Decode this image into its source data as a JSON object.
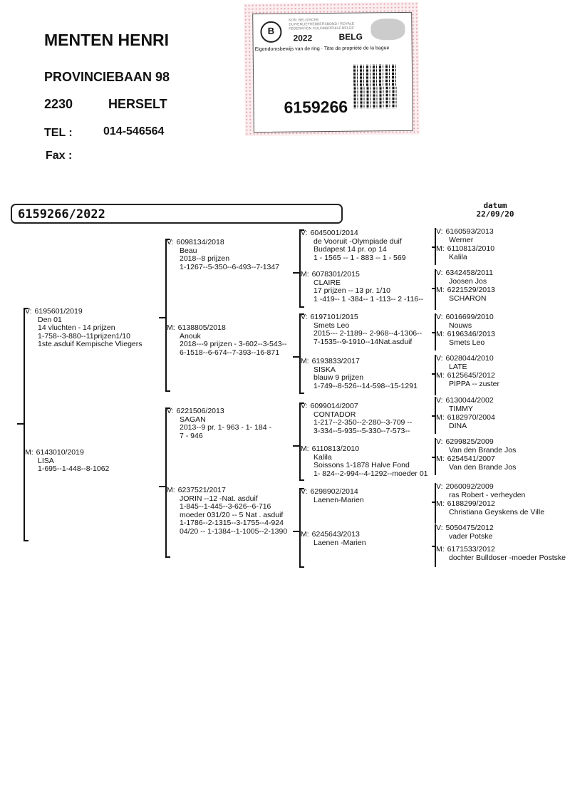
{
  "owner": {
    "name": "MENTEN HENRI",
    "street": "PROVINCIEBAAN 98",
    "postcode": "2230",
    "city": "HERSELT",
    "tel_label": "TEL :",
    "tel": "014-546564",
    "fax_label": "Fax :"
  },
  "ring_card": {
    "org": "KON. BELGISCHE DUIVENLIEFHEBBERSBOND / ROYALE FEDERATION COLOMBOPHILE BELGE",
    "logo": "B",
    "year": "2022",
    "country": "BELG",
    "ownership": "Eigendomsbewijs van de ring · Titre de propriété de la bague",
    "ring_number": "6159266"
  },
  "pigeon_id": "6159266/2022",
  "date_label": "datum",
  "date": "22/09/20",
  "pedigree": {
    "g1": [
      {
        "p": "V:",
        "lines": [
          "6195601/2019",
          "Den 01",
          "14 vluchten - 14  prijzen",
          "1-758--3-880--11prijzen1/10",
          "1ste.asduif Kempische Vliegers"
        ]
      },
      {
        "p": "M:",
        "lines": [
          "6143010/2019",
          "LISA",
          "1-695--1-448--8-1062"
        ]
      }
    ],
    "g2a": [
      {
        "p": "V:",
        "lines": [
          "6098134/2018",
          "Beau",
          "2018--8 prijzen",
          "1-1267--5-350--6-493--7-1347"
        ]
      },
      {
        "p": "M:",
        "lines": [
          "6138805/2018",
          "Anouk",
          "2018---9 prijzen - 3-602--3-543--",
          "6-1518--6-674--7-393--16-871"
        ]
      }
    ],
    "g2b": [
      {
        "p": "V:",
        "lines": [
          "6221506/2013",
          "SAGAN",
          "2013--9 pr. 1- 963 - 1- 184 -",
          "7 - 946"
        ]
      },
      {
        "p": "M:",
        "lines": [
          "6237521/2017",
          "JORIN   --12 -Nat. asduif",
          "1-845--1-445--3-626--6-716",
          "moeder  031/20 -- 5 Nat . asduif",
          "1-1786--2-1315--3-1755--4-924",
          "04/20 -- 1-1384--1-1005--2-1390"
        ]
      }
    ],
    "g3a": [
      {
        "p": "V:",
        "lines": [
          "6045001/2014",
          "de Vooruit -Olympiade duif",
          "Budapest 14 pr. op 14",
          "1 - 1565 -- 1 - 883 -- 1 - 569"
        ]
      },
      {
        "p": "M:",
        "lines": [
          "6078301/2015",
          "CLAIRE",
          "17 prijzen -- 13 pr. 1/10",
          "1 -419-- 1 -384-- 1 -113-- 2 -116--"
        ]
      }
    ],
    "g3b": [
      {
        "p": "V:",
        "lines": [
          "6197101/2015",
          "Smets Leo",
          "2015--- 2-1189-- 2-968--4-1306--",
          "7-1535--9-1910--14Nat.asduif"
        ]
      },
      {
        "p": "M:",
        "lines": [
          "6193833/2017",
          "SISKA",
          "blauw 9 prijzen",
          "1-749--8-526--14-598--15-1291"
        ]
      }
    ],
    "g3c": [
      {
        "p": "V:",
        "lines": [
          "6099014/2007",
          "CONTADOR",
          "1-217--2-350--2-280--3-709 --",
          "3-334--5-935--5-330--7-573--"
        ]
      },
      {
        "p": "M:",
        "lines": [
          "6110813/2010",
          "Kalila",
          "Soissons  1-1878 Halve Fond",
          "1- 824--2-994--4-1292--moeder 01"
        ]
      }
    ],
    "g3d": [
      {
        "p": "V:",
        "lines": [
          "6298902/2014",
          "Laenen-Marien"
        ]
      },
      {
        "p": "M:",
        "lines": [
          "6245643/2013",
          "Laenen -Marien"
        ]
      }
    ],
    "g4a": [
      {
        "p": "V:",
        "lines": [
          "6160593/2013",
          "Werner"
        ]
      },
      {
        "p": "M:",
        "lines": [
          "6110813/2010",
          "Kalila"
        ]
      }
    ],
    "g4b": [
      {
        "p": "V:",
        "lines": [
          "6342458/2011",
          "Joosen  Jos"
        ]
      },
      {
        "p": "M:",
        "lines": [
          "6221529/2013",
          "SCHARON"
        ]
      }
    ],
    "g4c": [
      {
        "p": "V:",
        "lines": [
          "6016699/2010",
          "Nouws"
        ]
      },
      {
        "p": "M:",
        "lines": [
          "6196346/2013",
          "Smets Leo"
        ]
      }
    ],
    "g4d": [
      {
        "p": "V:",
        "lines": [
          "6028044/2010",
          "LATE"
        ]
      },
      {
        "p": "M:",
        "lines": [
          "6125645/2012",
          "PIPPA   -- zuster"
        ]
      }
    ],
    "g4e": [
      {
        "p": "V:",
        "lines": [
          "6130044/2002",
          "TIMMY"
        ]
      },
      {
        "p": "M:",
        "lines": [
          "6182970/2004",
          "DINA"
        ]
      }
    ],
    "g4f": [
      {
        "p": "V:",
        "lines": [
          "6299825/2009",
          "Van den Brande Jos"
        ]
      },
      {
        "p": "M:",
        "lines": [
          "6254541/2007",
          "Van den Brande Jos"
        ]
      }
    ],
    "g4g": [
      {
        "p": "V:",
        "lines": [
          "2060092/2009",
          "ras Robert - verheyden"
        ]
      },
      {
        "p": "M:",
        "lines": [
          "6188299/2012",
          "Christiana Geyskens de Ville"
        ]
      }
    ],
    "g4h": [
      {
        "p": "V:",
        "lines": [
          "5050475/2012",
          "vader Potske"
        ]
      },
      {
        "p": "M:",
        "lines": [
          "6171533/2012",
          "dochter Bulldoser -moeder Postske"
        ]
      }
    ]
  }
}
